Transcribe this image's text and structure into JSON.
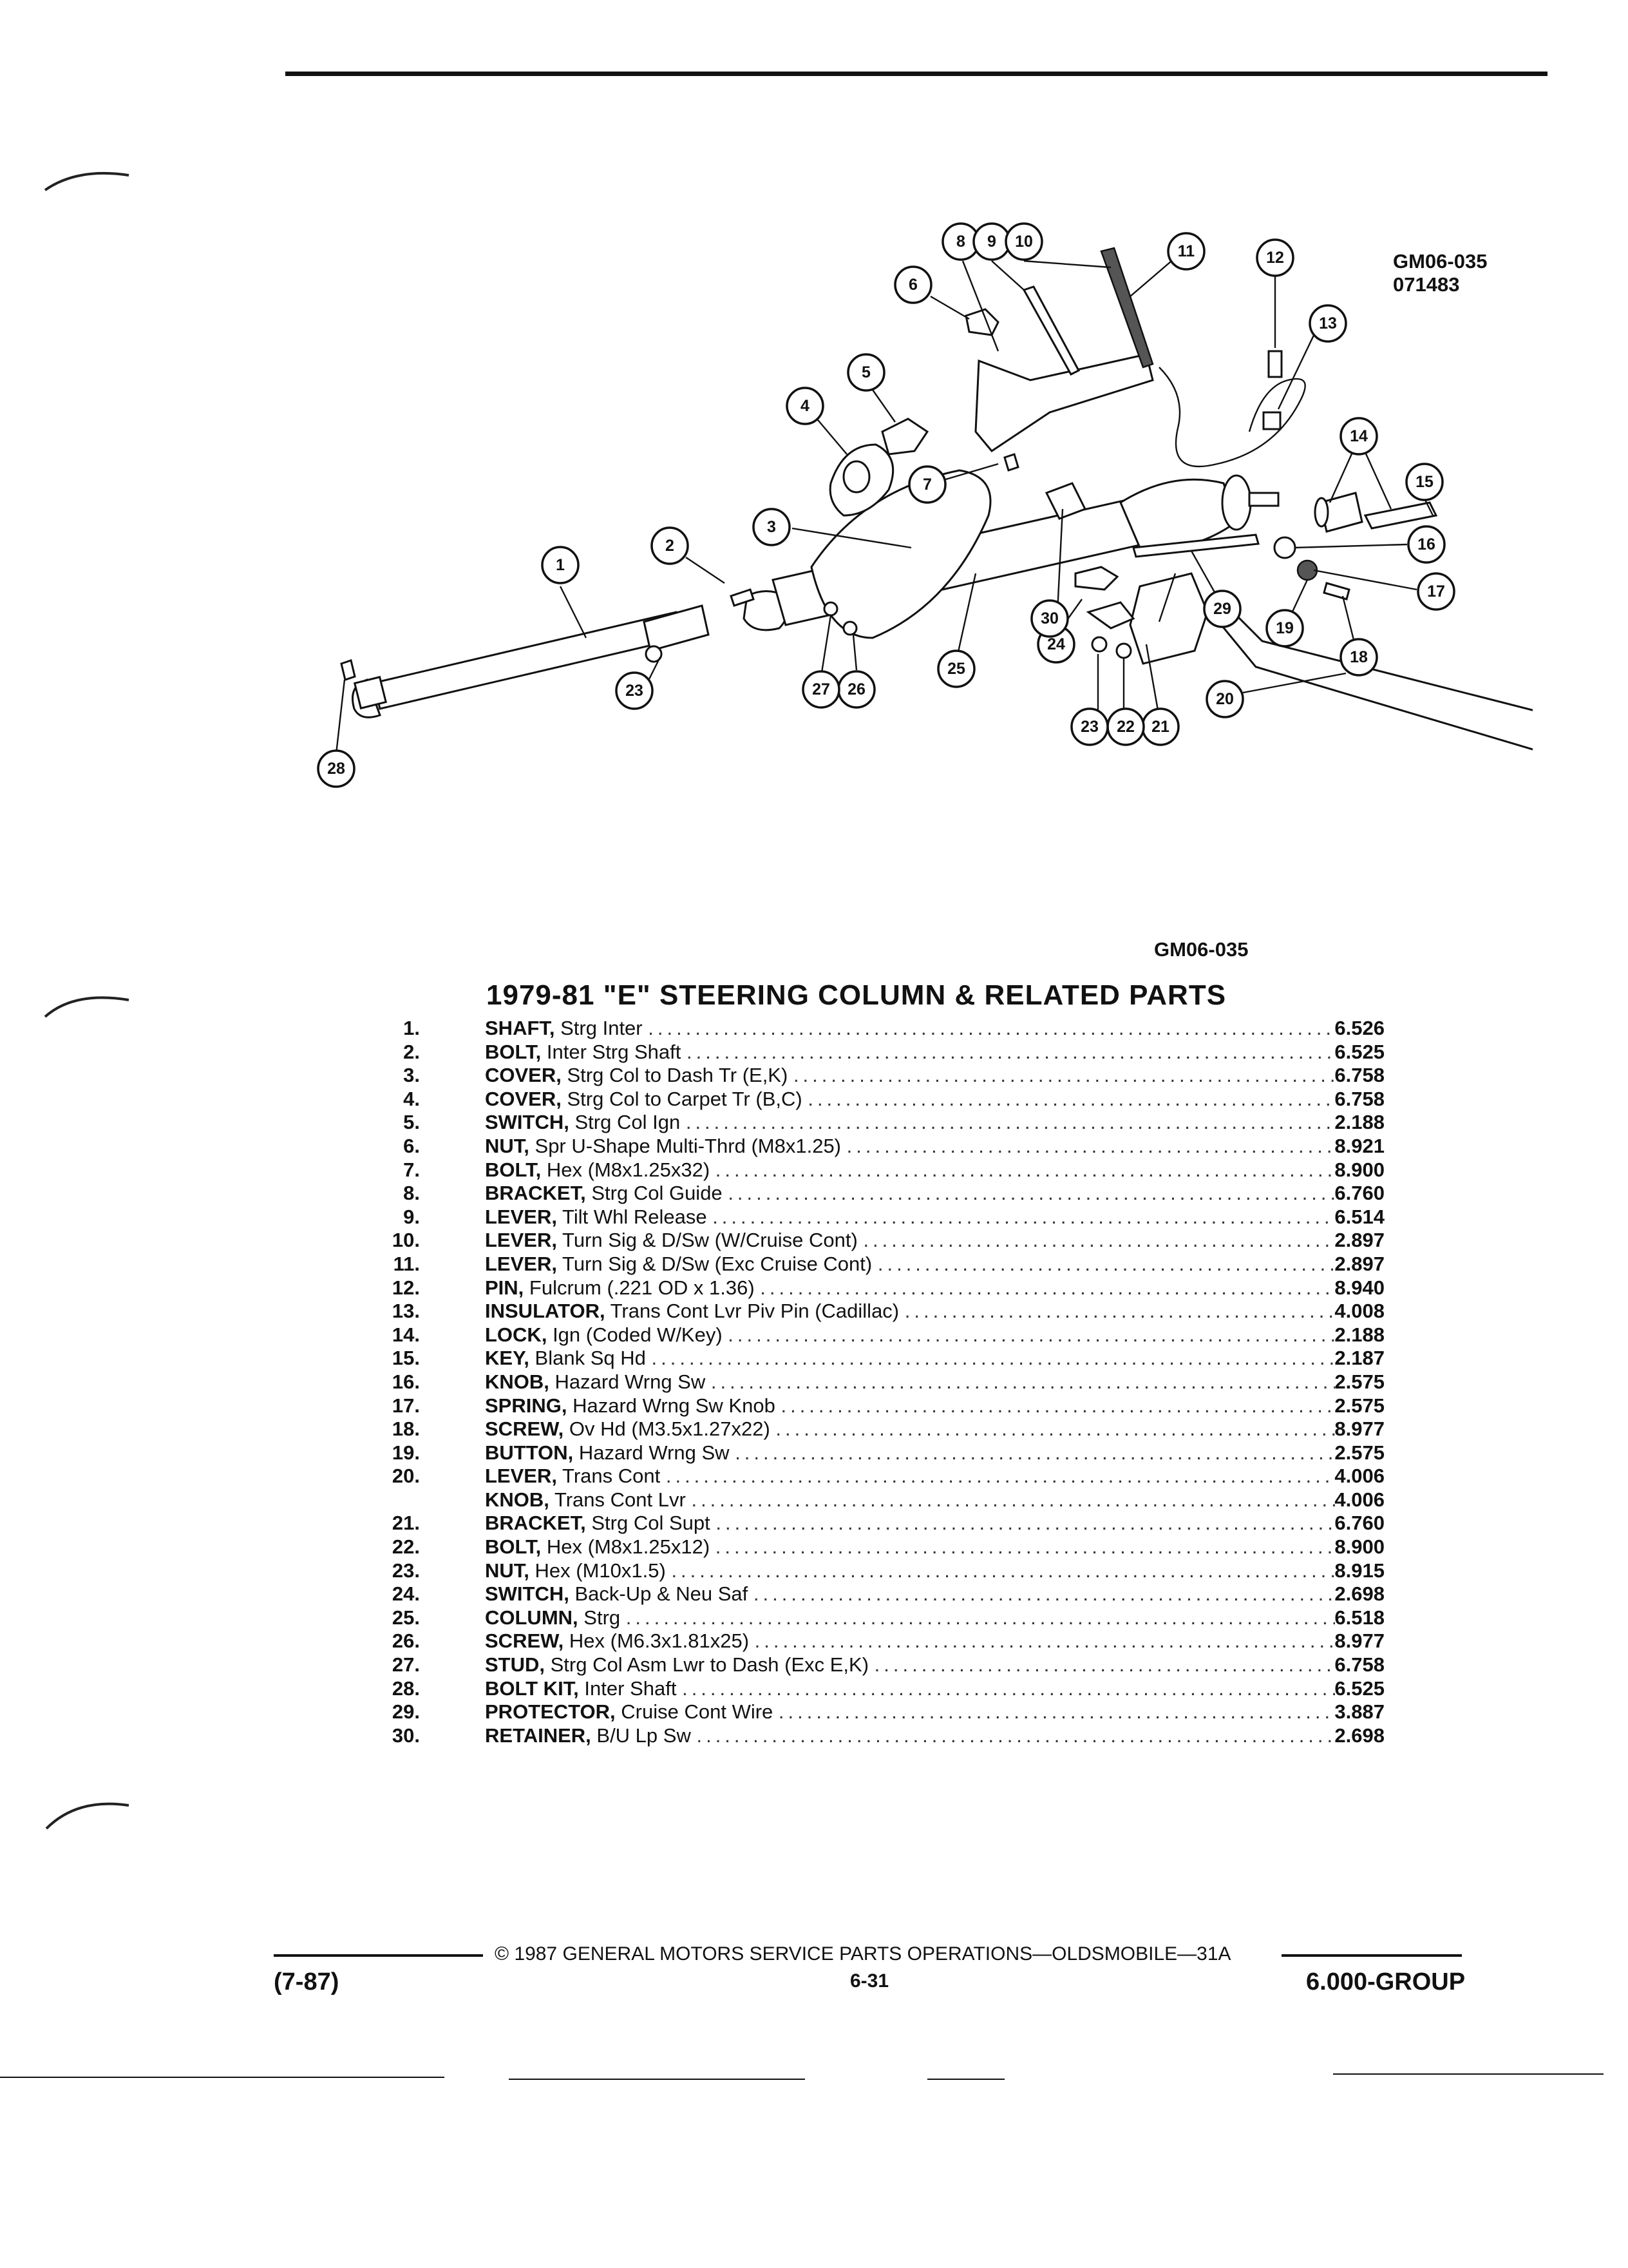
{
  "diagram": {
    "id_top": "GM06-035",
    "id_sub": "071483",
    "id_bottom": "GM06-035",
    "callouts": [
      "1",
      "2",
      "3",
      "4",
      "5",
      "6",
      "7",
      "8",
      "9",
      "10",
      "11",
      "12",
      "13",
      "14",
      "15",
      "16",
      "17",
      "18",
      "19",
      "20",
      "21",
      "22",
      "23",
      "24",
      "25",
      "26",
      "27",
      "28",
      "29",
      "30",
      "23"
    ]
  },
  "title": "1979-81 \"E\" STEERING COLUMN & RELATED PARTS",
  "parts": [
    {
      "num": "1.",
      "name": "SHAFT,",
      "desc": "Strg Inter",
      "code": "6.526"
    },
    {
      "num": "2.",
      "name": "BOLT,",
      "desc": "Inter Strg Shaft",
      "code": "6.525"
    },
    {
      "num": "3.",
      "name": "COVER,",
      "desc": "Strg Col to Dash Tr (E,K)",
      "code": "6.758"
    },
    {
      "num": "4.",
      "name": "COVER,",
      "desc": "Strg Col to Carpet Tr (B,C)",
      "code": "6.758"
    },
    {
      "num": "5.",
      "name": "SWITCH,",
      "desc": "Strg Col Ign",
      "code": "2.188"
    },
    {
      "num": "6.",
      "name": "NUT,",
      "desc": "Spr U-Shape Multi-Thrd (M8x1.25)",
      "code": "8.921"
    },
    {
      "num": "7.",
      "name": "BOLT,",
      "desc": "Hex (M8x1.25x32)",
      "code": "8.900"
    },
    {
      "num": "8.",
      "name": "BRACKET,",
      "desc": "Strg Col Guide",
      "code": "6.760"
    },
    {
      "num": "9.",
      "name": "LEVER,",
      "desc": "Tilt Whl Release",
      "code": "6.514"
    },
    {
      "num": "10.",
      "name": "LEVER,",
      "desc": "Turn Sig & D/Sw (W/Cruise Cont)",
      "code": "2.897"
    },
    {
      "num": "11.",
      "name": "LEVER,",
      "desc": "Turn Sig & D/Sw (Exc Cruise Cont)",
      "code": "2.897"
    },
    {
      "num": "12.",
      "name": "PIN,",
      "desc": "Fulcrum (.221 OD x 1.36)",
      "code": "8.940"
    },
    {
      "num": "13.",
      "name": "INSULATOR,",
      "desc": "Trans Cont Lvr Piv Pin (Cadillac)",
      "code": "4.008"
    },
    {
      "num": "14.",
      "name": "LOCK,",
      "desc": "Ign (Coded W/Key)",
      "code": "2.188"
    },
    {
      "num": "15.",
      "name": "KEY,",
      "desc": "Blank Sq Hd",
      "code": "2.187"
    },
    {
      "num": "16.",
      "name": "KNOB,",
      "desc": "Hazard Wrng Sw",
      "code": "2.575"
    },
    {
      "num": "17.",
      "name": "SPRING,",
      "desc": "Hazard Wrng Sw Knob",
      "code": "2.575"
    },
    {
      "num": "18.",
      "name": "SCREW,",
      "desc": "Ov Hd (M3.5x1.27x22)",
      "code": "8.977"
    },
    {
      "num": "19.",
      "name": "BUTTON,",
      "desc": "Hazard Wrng Sw",
      "code": "2.575"
    },
    {
      "num": "20.",
      "name": "LEVER,",
      "desc": "Trans Cont",
      "code": "4.006"
    },
    {
      "num": "",
      "name": "KNOB,",
      "desc": "Trans Cont Lvr",
      "code": "4.006"
    },
    {
      "num": "21.",
      "name": "BRACKET,",
      "desc": "Strg Col Supt",
      "code": "6.760"
    },
    {
      "num": "22.",
      "name": "BOLT,",
      "desc": "Hex (M8x1.25x12)",
      "code": "8.900"
    },
    {
      "num": "23.",
      "name": "NUT,",
      "desc": "Hex (M10x1.5)",
      "code": "8.915"
    },
    {
      "num": "24.",
      "name": "SWITCH,",
      "desc": "Back-Up & Neu Saf",
      "code": "2.698"
    },
    {
      "num": "25.",
      "name": "COLUMN,",
      "desc": "Strg",
      "code": "6.518"
    },
    {
      "num": "26.",
      "name": "SCREW,",
      "desc": "Hex (M6.3x1.81x25)",
      "code": "8.977"
    },
    {
      "num": "27.",
      "name": "STUD,",
      "desc": "Strg Col Asm Lwr to Dash (Exc E,K)",
      "code": "6.758"
    },
    {
      "num": "28.",
      "name": "BOLT KIT,",
      "desc": "Inter Shaft",
      "code": "6.525"
    },
    {
      "num": "29.",
      "name": "PROTECTOR,",
      "desc": "Cruise Cont Wire",
      "code": "3.887"
    },
    {
      "num": "30.",
      "name": "RETAINER,",
      "desc": "B/U Lp Sw",
      "code": "2.698"
    }
  ],
  "footer": {
    "copyright": "© 1987 GENERAL MOTORS SERVICE PARTS OPERATIONS—OLDSMOBILE—31A",
    "date": "(7-87)",
    "page": "6-31",
    "group": "6.000-GROUP"
  }
}
